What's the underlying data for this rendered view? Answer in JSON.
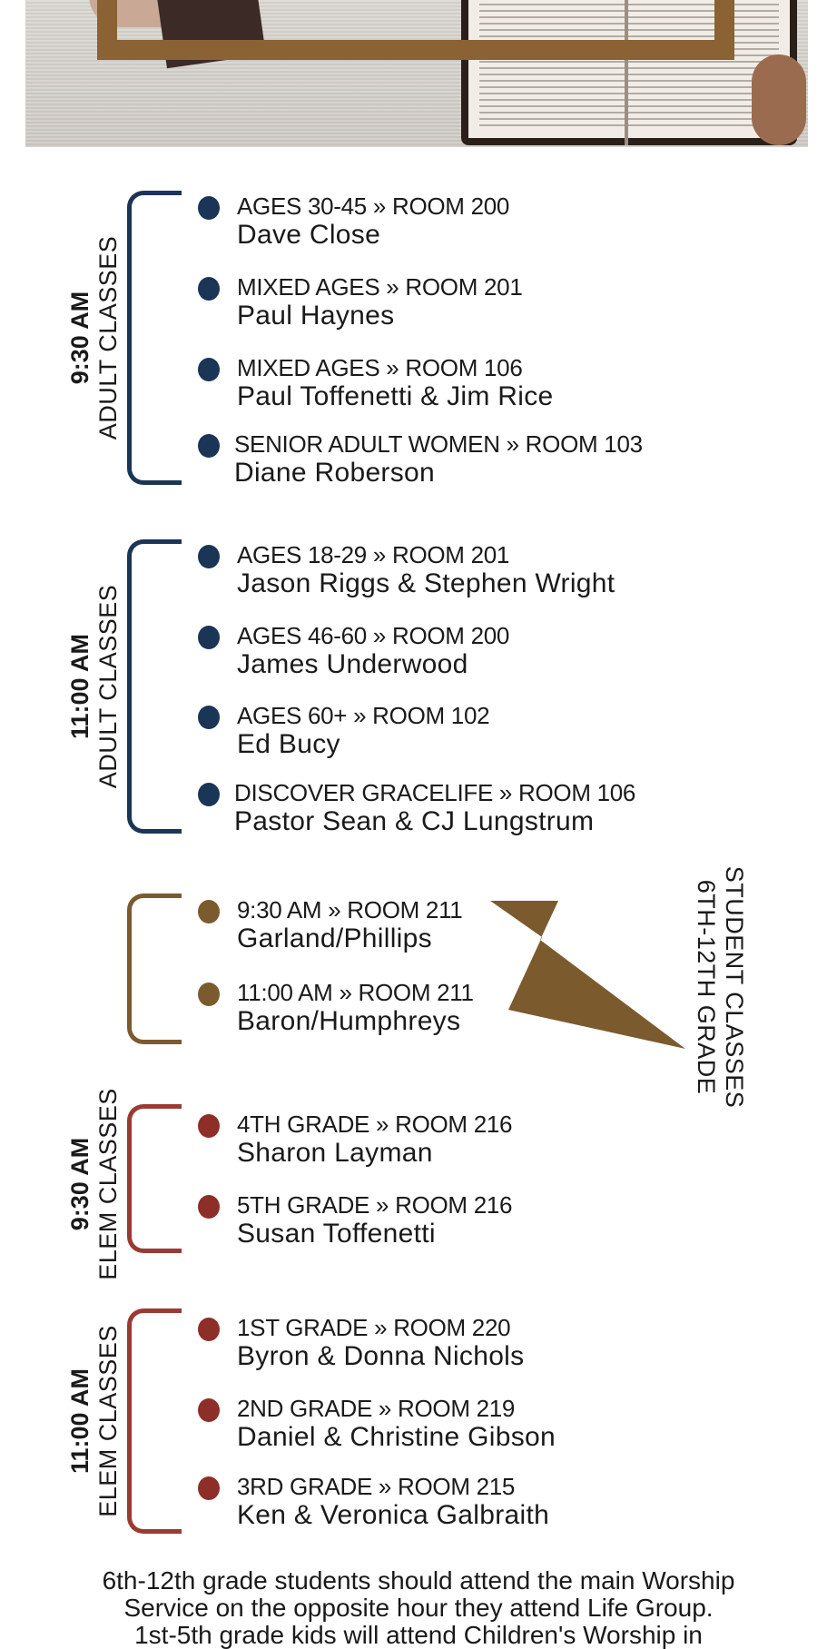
{
  "colors": {
    "navy": "#1b3557",
    "brown": "#7b5a2e",
    "red": "#9a3b33",
    "frame": "#8a6234"
  },
  "header_image": {
    "icon": "open-bible-photo"
  },
  "groups": {
    "adult_930": {
      "time": "9:30 AM",
      "label": "ADULT CLASSES",
      "items": [
        {
          "heading": "AGES 30-45 » ROOM 200",
          "teacher": "Dave Close"
        },
        {
          "heading": "MIXED AGES » ROOM 201",
          "teacher": "Paul Haynes"
        },
        {
          "heading": "MIXED AGES » ROOM 106",
          "teacher": "Paul Toffenetti & Jim Rice"
        },
        {
          "heading": "SENIOR ADULT WOMEN » ROOM 103",
          "teacher": "Diane Roberson"
        }
      ]
    },
    "adult_1100": {
      "time": "11:00 AM",
      "label": "ADULT CLASSES",
      "items": [
        {
          "heading": "AGES 18-29 » ROOM 201",
          "teacher": "Jason Riggs & Stephen Wright"
        },
        {
          "heading": "AGES 46-60 » ROOM 200",
          "teacher": "James Underwood"
        },
        {
          "heading": "AGES 60+ » ROOM 102",
          "teacher": "Ed Bucy"
        },
        {
          "heading": "DISCOVER GRACELIFE » ROOM 106",
          "teacher": "Pastor Sean & CJ Lungstrum"
        }
      ]
    },
    "student": {
      "label": "STUDENT CLASSES",
      "sublabel": "6TH-12TH GRADE",
      "items": [
        {
          "heading": "9:30 AM » ROOM 211",
          "teacher": "Garland/Phillips"
        },
        {
          "heading": "11:00 AM » ROOM 211",
          "teacher": "Baron/Humphreys"
        }
      ]
    },
    "elem_930": {
      "time": "9:30 AM",
      "label": "ELEM CLASSES",
      "items": [
        {
          "heading": "4TH GRADE » ROOM 216",
          "teacher": "Sharon Layman"
        },
        {
          "heading": "5TH GRADE » ROOM 216",
          "teacher": "Susan Toffenetti"
        }
      ]
    },
    "elem_1100": {
      "time": "11:00 AM",
      "label": "ELEM CLASSES",
      "items": [
        {
          "heading": "1ST GRADE » ROOM 220",
          "teacher": "Byron & Donna Nichols"
        },
        {
          "heading": "2ND GRADE » ROOM 219",
          "teacher": "Daniel & Christine Gibson"
        },
        {
          "heading": "3RD GRADE » ROOM 215",
          "teacher": "Ken & Veronica Galbraith"
        }
      ]
    }
  },
  "footnote": {
    "line1": "6th-12th grade students should attend the main Worship",
    "line2": "Service on the opposite hour they attend Life Group.",
    "line3": "1st-5th grade kids will attend Children's Worship in"
  }
}
